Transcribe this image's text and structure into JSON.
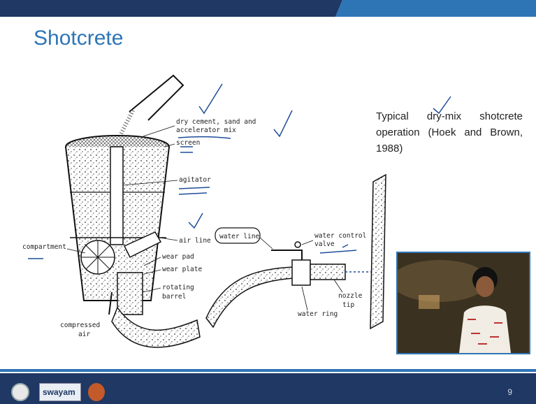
{
  "slide": {
    "title": "Shotcrete",
    "caption": "Typical dry-mix shotcrete operation (Hoek and Brown, 1988)",
    "page_number": "9"
  },
  "diagram": {
    "labels": {
      "dry_mix_line1": "dry cement, sand and",
      "dry_mix_line2": "accelerator mix",
      "screen": "screen",
      "agitator": "agitator",
      "air_line": "air line",
      "compartment": "compartment",
      "wear_pad": "wear pad",
      "wear_plate": "wear plate",
      "rotating_line1": "rotating",
      "rotating_line2": "barrel",
      "compressed_line1": "compressed",
      "compressed_line2": "air",
      "water_line": "water line",
      "water_control_line1": "water control",
      "water_control_line2": "valve",
      "nozzle_line1": "nozzle",
      "nozzle_line2": "tip",
      "water_ring": "water ring"
    }
  },
  "footer": {
    "logo_text": "swayam"
  },
  "colors": {
    "title": "#2e75b6",
    "bar_dark": "#1f3864",
    "bar_light": "#2e75b6",
    "annotation": "#1f4e9a"
  }
}
